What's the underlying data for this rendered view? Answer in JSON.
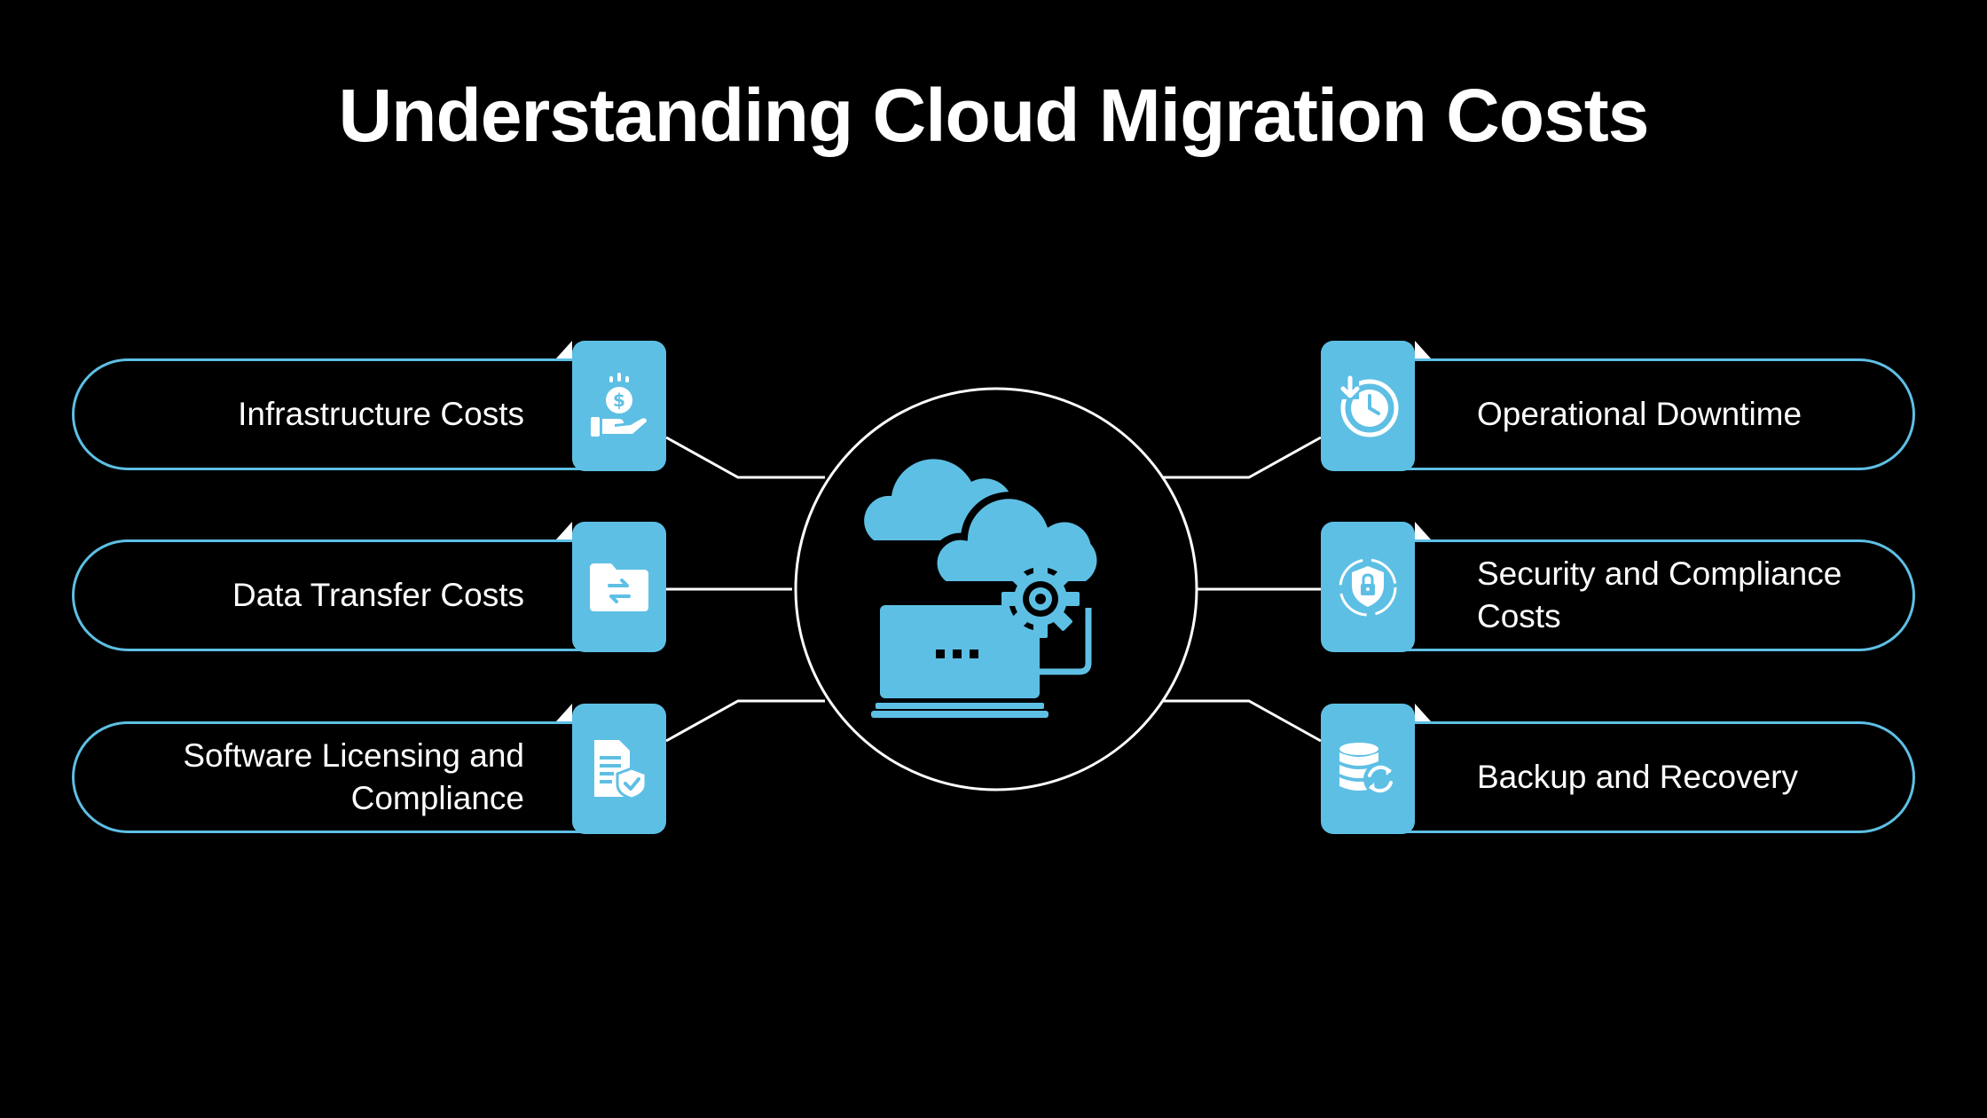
{
  "title": "Understanding Cloud Migration Costs",
  "colors": {
    "accent": "#5ebfe4",
    "background": "#000000",
    "text": "#ffffff"
  },
  "left_items": [
    {
      "label": "Infrastructure Costs",
      "icon": "money-hand-icon"
    },
    {
      "label": "Data Transfer Costs",
      "icon": "folder-transfer-icon"
    },
    {
      "label": "Software Licensing and Compliance",
      "icon": "document-shield-icon"
    }
  ],
  "right_items": [
    {
      "label": "Operational Downtime",
      "icon": "clock-download-icon"
    },
    {
      "label": "Security and Compliance Costs",
      "icon": "lock-shield-icon"
    },
    {
      "label": "Backup and Recovery",
      "icon": "database-sync-icon"
    }
  ],
  "center": {
    "icon": "cloud-laptop-gear-icon"
  }
}
